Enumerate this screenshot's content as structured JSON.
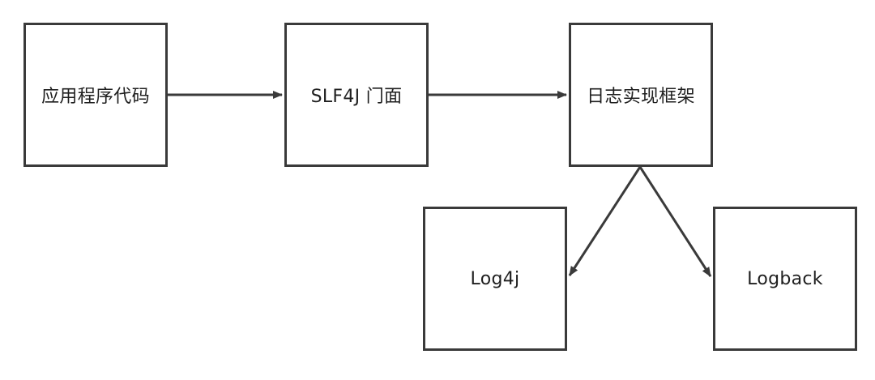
{
  "diagram": {
    "nodes": {
      "app": "应用程序代码",
      "slf4j": "SLF4J 门面",
      "impl": "日志实现框架",
      "log4j": "Log4j",
      "logback": "Logback"
    },
    "edges": [
      {
        "from": "app",
        "to": "slf4j"
      },
      {
        "from": "slf4j",
        "to": "impl"
      },
      {
        "from": "impl",
        "to": "log4j"
      },
      {
        "from": "impl",
        "to": "logback"
      }
    ],
    "colors": {
      "stroke": "#3a3a3a",
      "background": "#ffffff",
      "text": "#1f1f1f"
    }
  }
}
